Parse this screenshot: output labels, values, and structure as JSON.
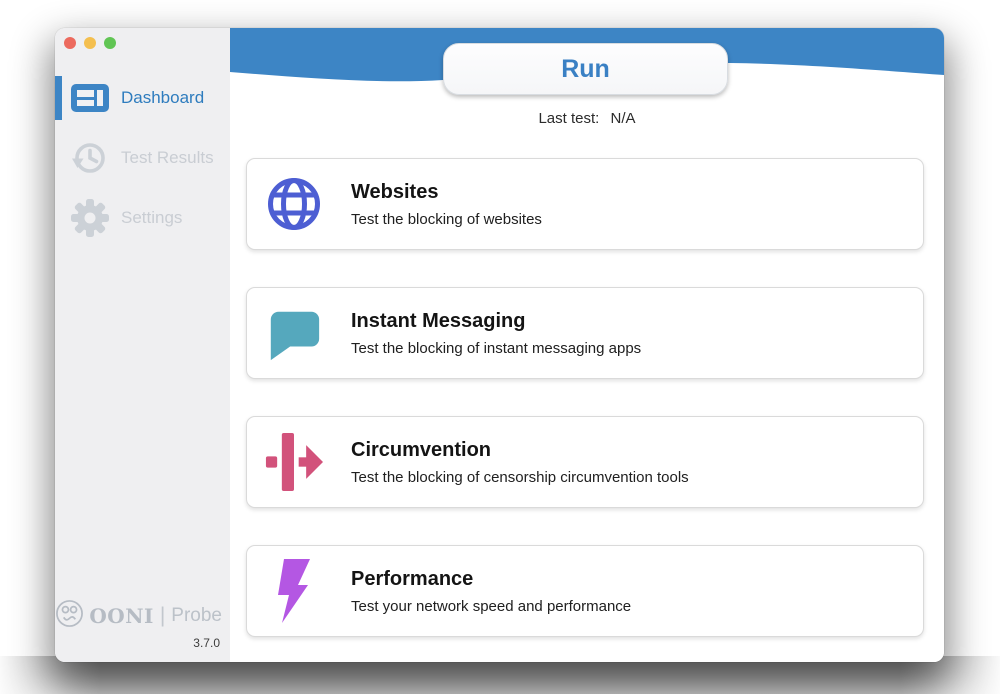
{
  "theme": {
    "accent_blue": "#3d85c5",
    "sidebar_bg": "#efeff1",
    "run_text_blue": "#3a80c4"
  },
  "sidebar": {
    "items": [
      {
        "label": "Dashboard",
        "icon": "dashboard-icon",
        "active": true
      },
      {
        "label": "Test Results",
        "icon": "history-icon",
        "active": false
      },
      {
        "label": "Settings",
        "icon": "gear-icon",
        "active": false
      }
    ],
    "footer": {
      "brand": "OONI",
      "separator": "|",
      "product": "Probe",
      "version": "3.7.0"
    }
  },
  "header": {
    "run_label": "Run",
    "last_test_label": "Last test:",
    "last_test_value": "N/A"
  },
  "cards": [
    {
      "title": "Websites",
      "description": "Test the blocking of websites",
      "icon": "globe-icon",
      "color": "#4d5ed3"
    },
    {
      "title": "Instant Messaging",
      "description": "Test the blocking of instant messaging apps",
      "icon": "chat-bubble-icon",
      "color": "#55a8bd"
    },
    {
      "title": "Circumvention",
      "description": "Test the blocking of censorship circumvention tools",
      "icon": "circumvention-icon",
      "color": "#d2527b"
    },
    {
      "title": "Performance",
      "description": "Test your network speed and performance",
      "icon": "lightning-icon",
      "color": "#b457e3"
    }
  ]
}
